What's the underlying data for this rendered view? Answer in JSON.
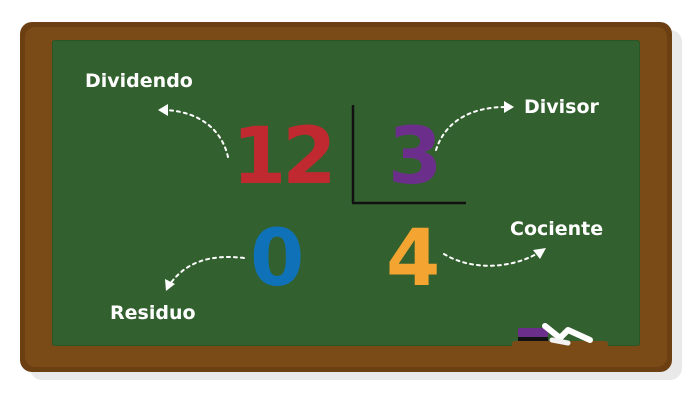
{
  "diagram": {
    "dividend": {
      "value": "12",
      "label": "Dividendo",
      "color": "#c0292f"
    },
    "divisor": {
      "value": "3",
      "label": "Divisor",
      "color": "#6b2f8b"
    },
    "quotient": {
      "value": "4",
      "label": "Cociente",
      "color": "#f4a531"
    },
    "residue": {
      "value": "0",
      "label": "Residuo",
      "color": "#0f72b8"
    }
  },
  "board": {
    "board_color": "#33602f",
    "frame_color": "#6b3f12",
    "chalk_color": "#ffffff",
    "eraser_color": "#6b2f8b"
  }
}
